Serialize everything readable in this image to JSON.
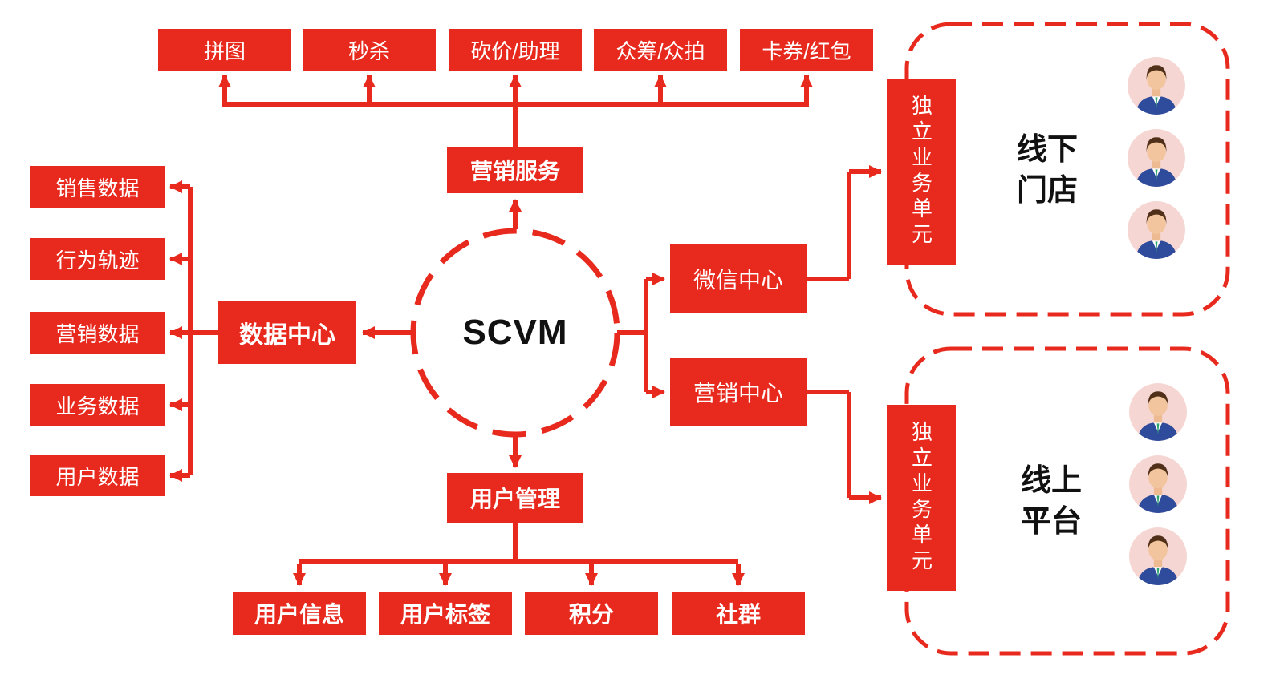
{
  "colors": {
    "accent": "#E8291D",
    "node_text": "#FFFFFF",
    "title_text": "#111111",
    "avatar_bg": "#F6D6D2"
  },
  "center": {
    "label": "SCVM"
  },
  "marketing": {
    "hub": "营销服务",
    "items": [
      "拼图",
      "秒杀",
      "砍价/助理",
      "众筹/众拍",
      "卡券/红包"
    ]
  },
  "data_center": {
    "hub": "数据中心",
    "items": [
      "销售数据",
      "行为轨迹",
      "营销数据",
      "业务数据",
      "用户数据"
    ]
  },
  "channels": {
    "wechat": "微信中心",
    "marketing": "营销中心"
  },
  "business_units": {
    "offline": {
      "unit": "独立业务单元",
      "label": "线下\n门店"
    },
    "online": {
      "unit": "独立业务单元",
      "label": "线上\n平台"
    }
  },
  "user_management": {
    "hub": "用户管理",
    "items": [
      "用户信息",
      "用户标签",
      "积分",
      "社群"
    ]
  }
}
